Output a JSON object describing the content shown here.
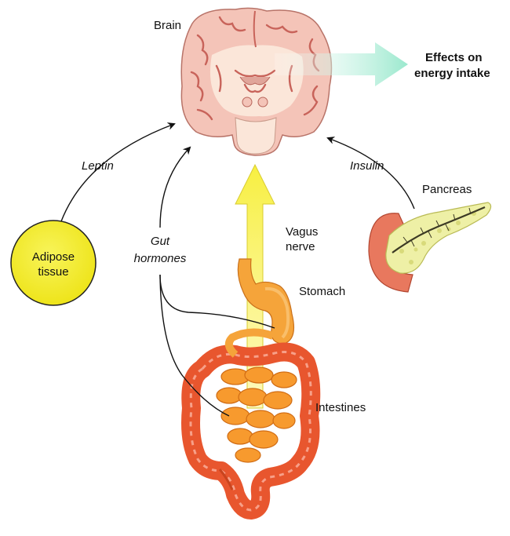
{
  "labels": {
    "brain": "Brain",
    "effects_line1": "Effects on",
    "effects_line2": "energy intake",
    "leptin": "Leptin",
    "insulin": "Insulin",
    "pancreas": "Pancreas",
    "adipose_line1": "Adipose",
    "adipose_line2": "tissue",
    "gut_hormones_line1": "Gut",
    "gut_hormones_line2": "hormones",
    "vagus_line1": "Vagus",
    "vagus_line2": "nerve",
    "stomach": "Stomach",
    "intestines": "Intestines"
  },
  "colors": {
    "brain_outer": "#f4c4b8",
    "brain_inner": "#fbe3d6",
    "brain_fold": "#c8635a",
    "adipose": "#f3ef1f",
    "teal_arrow": "#a8ecd6",
    "vagus_arrow": "#fbf58a",
    "stomach": "#f5a43a",
    "intestine_large": "#e8562e",
    "intestine_small": "#f79a2e",
    "pancreas_body": "#eef0a6",
    "duodenum": "#e8785e"
  }
}
